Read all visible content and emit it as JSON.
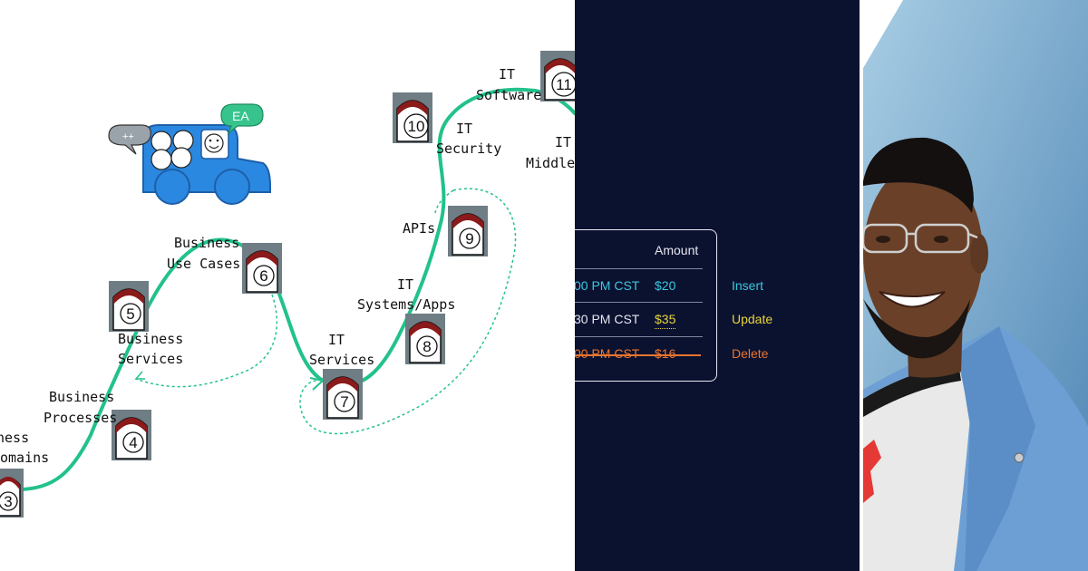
{
  "journey_map": {
    "labels": {
      "domains_line1": "ness",
      "domains_line2": "omains",
      "processes_line1": "Business",
      "processes_line2": "Processes",
      "services_line1": "Business",
      "services_line2": "Services",
      "usecases_line1": "Business",
      "usecases_line2": "Use Cases",
      "it_services_line1": "IT",
      "it_services_line2": "Services",
      "systems_line1": "IT",
      "systems_line2": "Systems/Apps",
      "apis": "APIs",
      "security_line1": "IT",
      "security_line2": "Security",
      "software_line1": "IT",
      "software_line2": "Software",
      "middle_line1": "IT",
      "middle_line2": "Middle"
    },
    "stones": [
      "3",
      "4",
      "5",
      "6",
      "7",
      "8",
      "9",
      "10",
      "11"
    ],
    "car": {
      "left_bubble": "++",
      "right_bubble": "EA"
    },
    "colors": {
      "path": "#22c28a",
      "stone_cap": "#8b1a1a",
      "car": "#2b88e0"
    }
  },
  "change_table": {
    "header": {
      "amount": "Amount"
    },
    "rows": [
      {
        "time": "00 PM CST",
        "amount": "$20",
        "action": "Insert"
      },
      {
        "time": "30 PM CST",
        "amount": "$35",
        "action": "Update"
      },
      {
        "time": "00 PM CST",
        "amount": "$16",
        "action": "Delete"
      }
    ],
    "colors": {
      "insert": "#3ec7dd",
      "update": "#e9d43b",
      "delete": "#e8752f",
      "background": "#0b1230",
      "header": "#e6e6ee"
    }
  },
  "photo": {
    "colors": {
      "background": "#7fb4d8",
      "jacket": "#6d9fd4",
      "shirt": "#e8e8e8"
    }
  }
}
